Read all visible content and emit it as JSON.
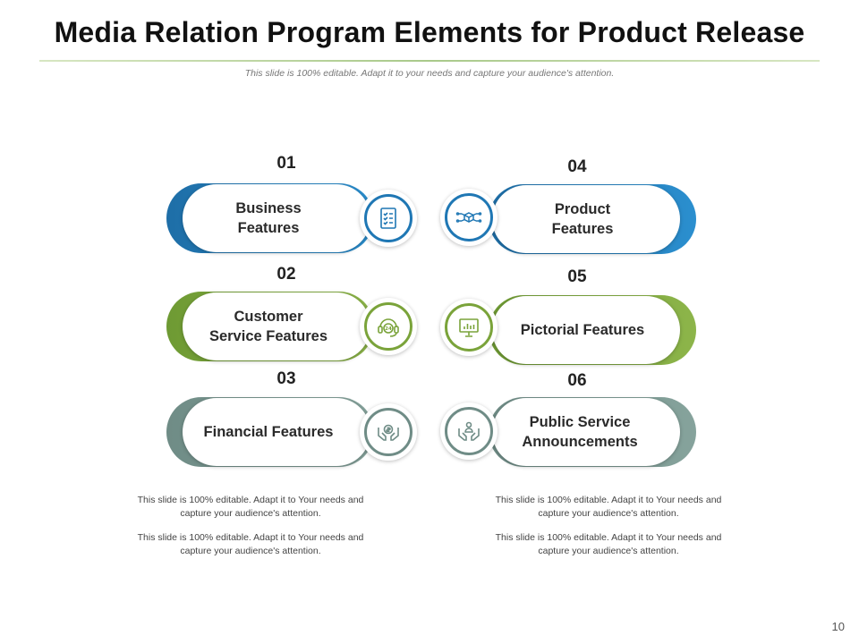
{
  "title": "Media Relation Program Elements for Product Release",
  "subtitle": "This slide is 100% editable. Adapt it to your needs and capture your audience's attention.",
  "items": [
    {
      "num": "01",
      "label": "Business\nFeatures",
      "color": "#1f77b4",
      "icon": "checklist-icon"
    },
    {
      "num": "02",
      "label": "Customer\nService Features",
      "color": "#7aa33a",
      "icon": "headset-24-icon"
    },
    {
      "num": "03",
      "label": "Financial Features",
      "color": "#6f8c86",
      "icon": "hands-money-icon"
    },
    {
      "num": "04",
      "label": "Product\nFeatures",
      "color": "#1f77b4",
      "icon": "network-cube-icon"
    },
    {
      "num": "05",
      "label": "Pictorial Features",
      "color": "#7aa33a",
      "icon": "presentation-chart-icon"
    },
    {
      "num": "06",
      "label": "Public Service\nAnnouncements",
      "color": "#6f8c86",
      "icon": "hands-person-icon"
    }
  ],
  "notes": {
    "left_1": "This slide is 100% editable. Adapt it to Your needs and capture your audience's attention.",
    "left_2": "This slide is 100% editable. Adapt it to Your needs and capture your audience's attention.",
    "right_1": "This slide is 100% editable. Adapt it to Your needs and capture your audience's attention.",
    "right_2": "This slide is 100% editable. Adapt it to Your needs and capture your audience's attention."
  },
  "page_number": "10"
}
